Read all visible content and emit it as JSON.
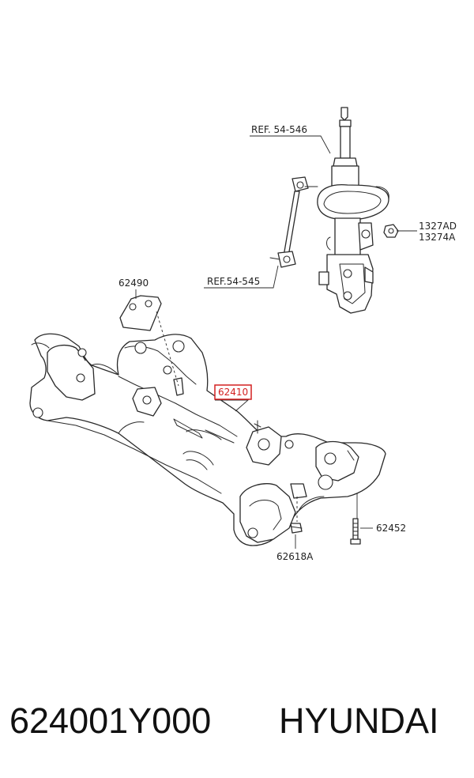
{
  "diagram": {
    "labels": {
      "ref_54_546": "REF. 54-546",
      "ref_54_545": "REF.54-545",
      "part_1327AD": "1327AD",
      "part_13274A": "13274A",
      "part_62490": "62490",
      "part_62410": "62410",
      "part_62452": "62452",
      "part_62618A": "62618A"
    },
    "highlight_color": "#d32020"
  },
  "caption": {
    "part_number": "624001Y000",
    "brand": "HYUNDAI"
  }
}
